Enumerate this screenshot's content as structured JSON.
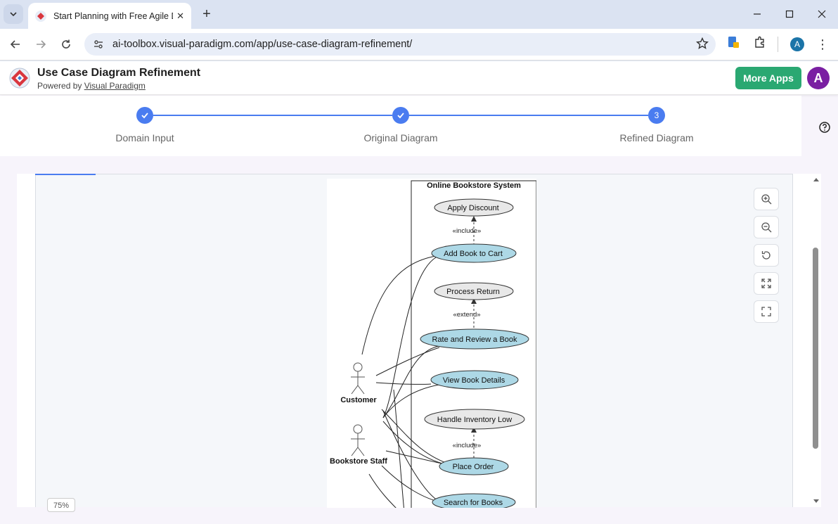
{
  "browser": {
    "tab_title": "Start Planning with Free Agile D",
    "url": "ai-toolbox.visual-paradigm.com/app/use-case-diagram-refinement/",
    "profile_initial": "A"
  },
  "app": {
    "title": "Use Case Diagram Refinement",
    "powered_prefix": "Powered by ",
    "powered_link": "Visual Paradigm",
    "more_apps": "More Apps",
    "avatar_initial": "A"
  },
  "steps": [
    {
      "label": "Domain Input",
      "state": "done"
    },
    {
      "label": "Original Diagram",
      "state": "done"
    },
    {
      "label": "Refined Diagram",
      "state": "current",
      "number": "3"
    }
  ],
  "canvas": {
    "zoom": "75%"
  },
  "diagram": {
    "system_name": "Online Bookstore System",
    "actors": [
      "Customer",
      "Bookstore Staff"
    ],
    "use_cases": [
      {
        "label": "Apply Discount",
        "kind": "secondary"
      },
      {
        "label": "Add Book to Cart",
        "kind": "primary"
      },
      {
        "label": "Process Return",
        "kind": "secondary"
      },
      {
        "label": "Rate and Review a Book",
        "kind": "primary"
      },
      {
        "label": "View Book Details",
        "kind": "primary"
      },
      {
        "label": "Handle Inventory Low",
        "kind": "secondary"
      },
      {
        "label": "Place Order",
        "kind": "primary"
      },
      {
        "label": "Search for Books",
        "kind": "primary"
      }
    ],
    "relations": [
      {
        "label": "«include»"
      },
      {
        "label": "«extend»"
      },
      {
        "label": "«include»"
      }
    ]
  },
  "colors": {
    "primary_usecase": "#add8e6",
    "secondary_usecase": "#e8e8e8",
    "accent": "#4a7cf0",
    "more_apps": "#2aa872",
    "avatar": "#7a1fa2"
  }
}
